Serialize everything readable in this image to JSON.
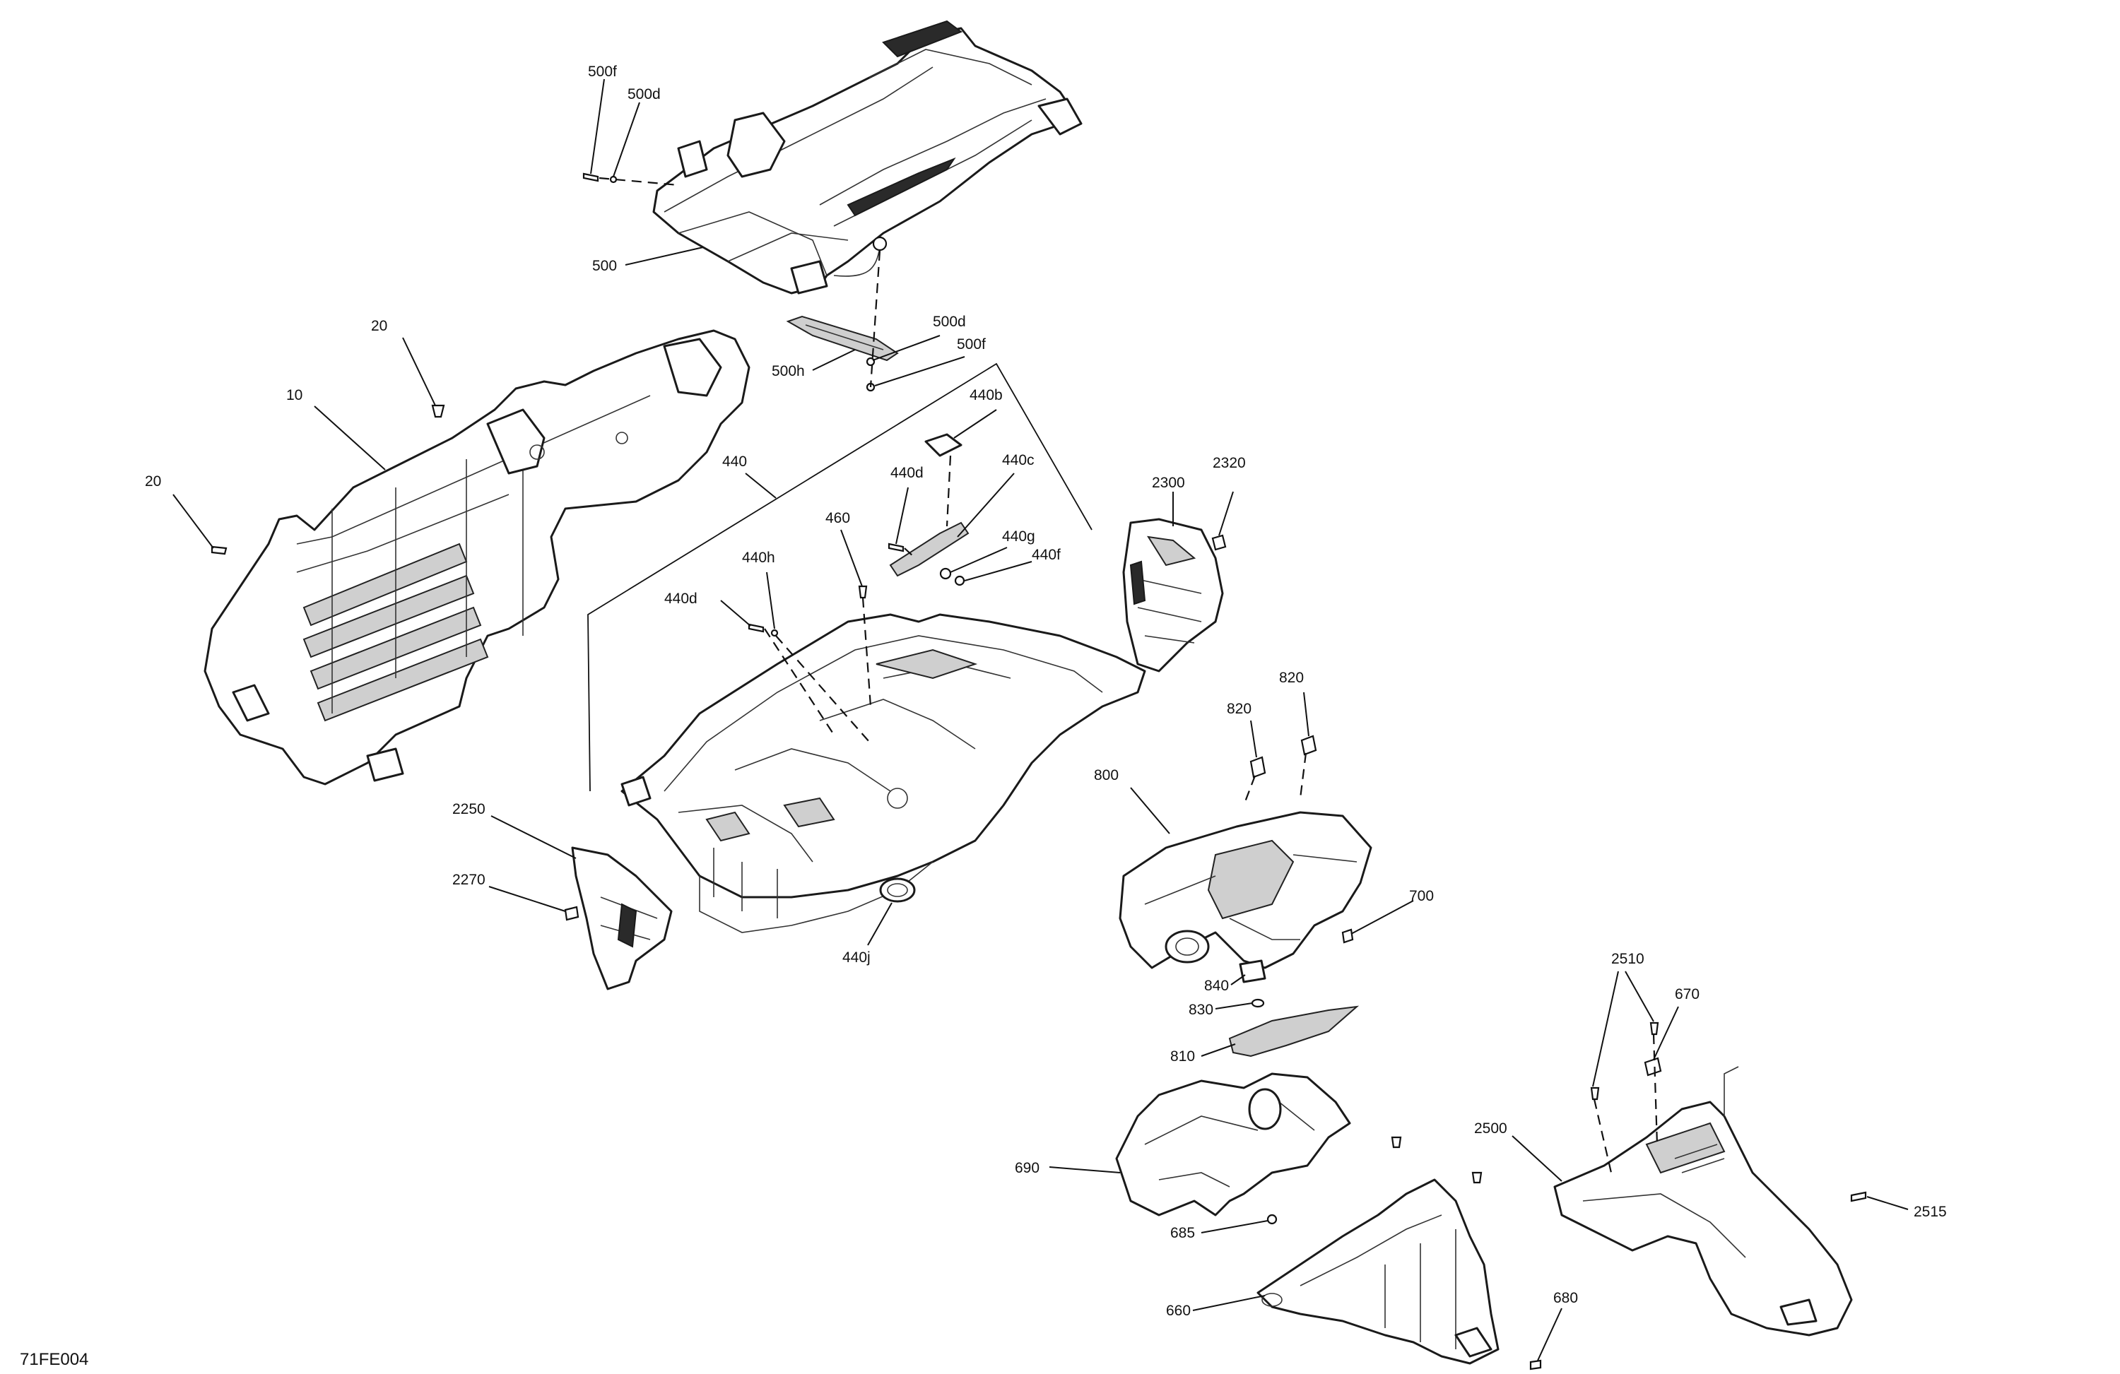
{
  "figure_id": "71FE004",
  "colors": {
    "line": "#1a1a1a",
    "background": "#ffffff",
    "shade": "#cfcfcf"
  },
  "callouts": [
    {
      "id": "c-500f-top",
      "text": "500f"
    },
    {
      "id": "c-500d-top",
      "text": "500d"
    },
    {
      "id": "c-500",
      "text": "500"
    },
    {
      "id": "c-500d-mid",
      "text": "500d"
    },
    {
      "id": "c-500f-mid",
      "text": "500f"
    },
    {
      "id": "c-500h",
      "text": "500h"
    },
    {
      "id": "c-20-top",
      "text": "20"
    },
    {
      "id": "c-10",
      "text": "10"
    },
    {
      "id": "c-20-left",
      "text": "20"
    },
    {
      "id": "c-440",
      "text": "440"
    },
    {
      "id": "c-440b",
      "text": "440b"
    },
    {
      "id": "c-440d-a",
      "text": "440d"
    },
    {
      "id": "c-440c",
      "text": "440c"
    },
    {
      "id": "c-460",
      "text": "460"
    },
    {
      "id": "c-440g",
      "text": "440g"
    },
    {
      "id": "c-440f",
      "text": "440f"
    },
    {
      "id": "c-440h",
      "text": "440h"
    },
    {
      "id": "c-440d-b",
      "text": "440d"
    },
    {
      "id": "c-2300",
      "text": "2300"
    },
    {
      "id": "c-2320",
      "text": "2320"
    },
    {
      "id": "c-820-r",
      "text": "820"
    },
    {
      "id": "c-820-l",
      "text": "820"
    },
    {
      "id": "c-800",
      "text": "800"
    },
    {
      "id": "c-700",
      "text": "700"
    },
    {
      "id": "c-2250",
      "text": "2250"
    },
    {
      "id": "c-2270",
      "text": "2270"
    },
    {
      "id": "c-440j",
      "text": "440j"
    },
    {
      "id": "c-840",
      "text": "840"
    },
    {
      "id": "c-830",
      "text": "830"
    },
    {
      "id": "c-810",
      "text": "810"
    },
    {
      "id": "c-2510",
      "text": "2510"
    },
    {
      "id": "c-670",
      "text": "670"
    },
    {
      "id": "c-690",
      "text": "690"
    },
    {
      "id": "c-2500",
      "text": "2500"
    },
    {
      "id": "c-2515",
      "text": "2515"
    },
    {
      "id": "c-685",
      "text": "685"
    },
    {
      "id": "c-660",
      "text": "660"
    },
    {
      "id": "c-680",
      "text": "680"
    }
  ]
}
